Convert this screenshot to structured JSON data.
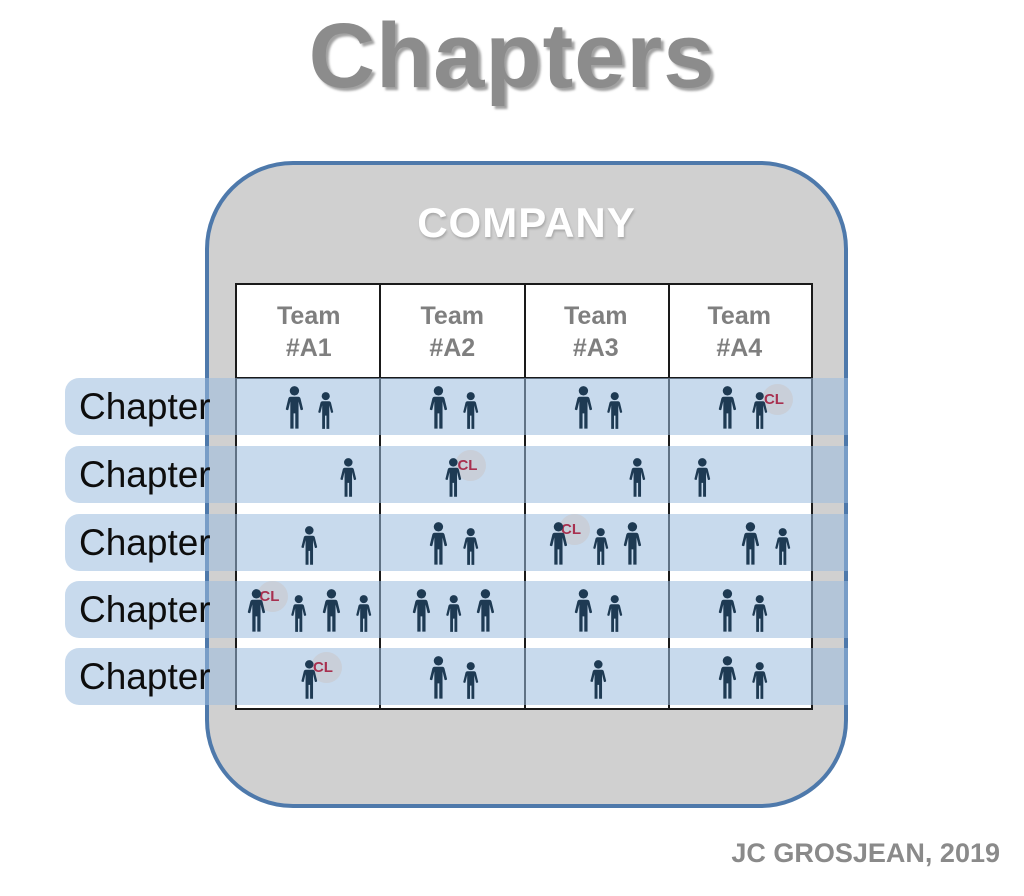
{
  "title": "Chapters",
  "credit": "JC GROSJEAN, 2019",
  "company": {
    "label": "COMPANY"
  },
  "teams": [
    {
      "line1": "Team",
      "line2": "#A1"
    },
    {
      "line1": "Team",
      "line2": "#A2"
    },
    {
      "line1": "Team",
      "line2": "#A3"
    },
    {
      "line1": "Team",
      "line2": "#A4"
    }
  ],
  "chapter_lead_badge": "CL",
  "colors": {
    "band_fill": "rgba(155,187,222,0.55)",
    "company_fill": "#d0d0d0",
    "company_border": "#4e79ab",
    "table_border": "#1a1a1a",
    "person": "#1e3a53",
    "lead_badge_text": "#a8304f",
    "header_text": "#7f7f7f",
    "title_text": "#8c8c8c"
  },
  "chapters": [
    {
      "label": "Chapter",
      "cells": [
        {
          "align": "center",
          "members": [
            "member",
            "member"
          ]
        },
        {
          "align": "center",
          "members": [
            "member",
            "member"
          ]
        },
        {
          "align": "center",
          "members": [
            "member",
            "member"
          ]
        },
        {
          "align": "center",
          "members": [
            "member",
            "lead"
          ]
        }
      ]
    },
    {
      "label": "Chapter",
      "cells": [
        {
          "align": "right",
          "members": [
            "member"
          ]
        },
        {
          "align": "center",
          "members": [
            "lead"
          ]
        },
        {
          "align": "right",
          "members": [
            "member"
          ]
        },
        {
          "align": "left",
          "members": [
            "member"
          ]
        }
      ]
    },
    {
      "label": "Chapter",
      "cells": [
        {
          "align": "center",
          "members": [
            "member"
          ]
        },
        {
          "align": "center",
          "members": [
            "member",
            "member"
          ]
        },
        {
          "align": "left",
          "members": [
            "lead",
            "member",
            "member"
          ]
        },
        {
          "align": "right",
          "members": [
            "member",
            "member"
          ]
        }
      ]
    },
    {
      "label": "Chapter",
      "cells": [
        {
          "align": "center",
          "members": [
            "lead",
            "member",
            "member",
            "member"
          ]
        },
        {
          "align": "center",
          "members": [
            "member",
            "member",
            "member"
          ]
        },
        {
          "align": "center",
          "members": [
            "member",
            "member"
          ]
        },
        {
          "align": "center",
          "members": [
            "member",
            "member"
          ]
        }
      ]
    },
    {
      "label": "Chapter",
      "cells": [
        {
          "align": "center",
          "members": [
            "lead"
          ]
        },
        {
          "align": "center",
          "members": [
            "member",
            "member"
          ]
        },
        {
          "align": "center",
          "members": [
            "member"
          ]
        },
        {
          "align": "center",
          "members": [
            "member",
            "member"
          ]
        }
      ]
    }
  ]
}
